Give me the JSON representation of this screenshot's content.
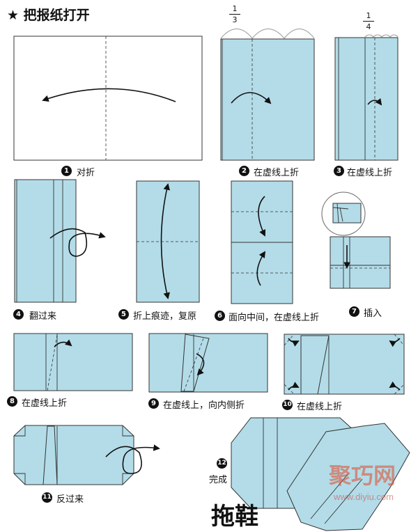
{
  "title": "★ 把报纸打开",
  "final_title": "拖鞋",
  "watermark": {
    "brand": "聚巧网",
    "url": "www.diyiu.com"
  },
  "fractions": [
    {
      "numerator": "1",
      "denominator": "3"
    },
    {
      "numerator": "1",
      "denominator": "4"
    }
  ],
  "steps": [
    {
      "number": "1",
      "label": "对折"
    },
    {
      "number": "2",
      "label": "在虚线上折"
    },
    {
      "number": "3",
      "label": "在虚线上折"
    },
    {
      "number": "4",
      "label": "翻过来"
    },
    {
      "number": "5",
      "label": "折上痕迹，复原"
    },
    {
      "number": "6",
      "label": "面向中间，在虚线上折"
    },
    {
      "number": "7",
      "label": "插入"
    },
    {
      "number": "8",
      "label": "在虚线上折"
    },
    {
      "number": "9",
      "label": "在虚线上，向内侧折"
    },
    {
      "number": "10",
      "label": "在虚线上折"
    },
    {
      "number": "11",
      "label": "反过来"
    },
    {
      "number": "12",
      "label": "完成"
    }
  ],
  "colors": {
    "paper": "#b3dce8",
    "outline": "#333333",
    "watermark": "#e24a2a"
  }
}
